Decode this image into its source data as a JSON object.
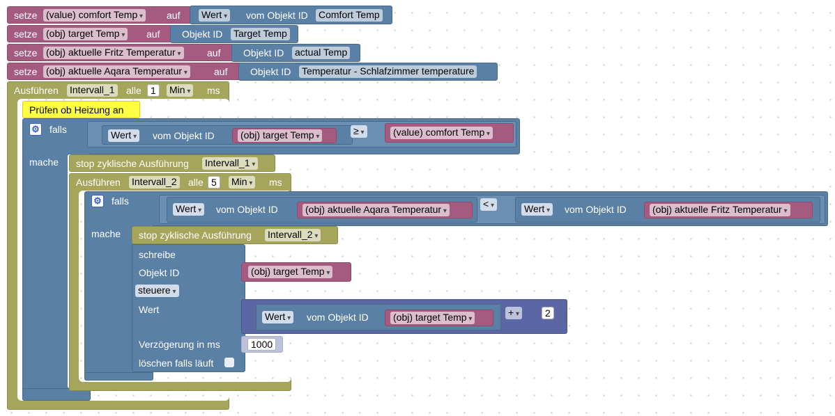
{
  "rows": {
    "set1": {
      "setze": "setze",
      "var": "(value) comfort Temp",
      "auf": "auf",
      "wert": "Wert",
      "vom": "vom Objekt ID",
      "obj": "Comfort Temp"
    },
    "set2": {
      "setze": "setze",
      "var": "(obj) target Temp",
      "auf": "auf",
      "objid": "Objekt ID",
      "obj": "Target Temp"
    },
    "set3": {
      "setze": "setze",
      "var": "(obj) aktuelle Fritz Temperatur",
      "auf": "auf",
      "objid": "Objekt ID",
      "obj": "actual Temp"
    },
    "set4": {
      "setze": "setze",
      "var": "(obj) aktuelle Aqara Temperatur",
      "auf": "auf",
      "objid": "Objekt ID",
      "obj": "Temperatur - Schlafzimmer temperature"
    }
  },
  "interval1": {
    "ausfuehren": "Ausführen",
    "name": "Intervall_1",
    "alle": "alle",
    "value": "1",
    "unit": "Min",
    "ms": "ms"
  },
  "comment": "Prüfen ob Heizung an",
  "if1": {
    "falls": "falls",
    "mache": "mache",
    "wert": "Wert",
    "vom": "vom Objekt ID",
    "left_var": "(obj) target Temp",
    "op": "≥",
    "right_var": "(value) comfort Temp"
  },
  "stop1": {
    "label": "stop zyklische Ausführung",
    "name": "Intervall_1"
  },
  "interval2": {
    "ausfuehren": "Ausführen",
    "name": "Intervall_2",
    "alle": "alle",
    "value": "5",
    "unit": "Min",
    "ms": "ms"
  },
  "if2": {
    "falls": "falls",
    "mache": "mache",
    "wert": "Wert",
    "vom": "vom Objekt ID",
    "left_var": "(obj) aktuelle Aqara Temperatur",
    "op": "<",
    "right_wert": "Wert",
    "right_vom": "vom Objekt ID",
    "right_var": "(obj) aktuelle Fritz Temperatur"
  },
  "stop2": {
    "label": "stop zyklische Ausführung",
    "name": "Intervall_2"
  },
  "write": {
    "schreibe": "schreibe",
    "objid": "Objekt ID",
    "obj_var": "(obj) target Temp",
    "mode": "steuere",
    "wert": "Wert",
    "math_wert": "Wert",
    "math_vom": "vom Objekt ID",
    "math_var": "(obj) target Temp",
    "math_op": "+",
    "math_num": "2",
    "delay_label": "Verzögerung in ms",
    "delay": "1000",
    "clear_label": "löschen falls läuft"
  },
  "colors": {
    "variable": "#a55b80",
    "object": "#5b80a5",
    "event": "#a5a55b",
    "math": "#5b67a5",
    "comment": "#ffff44"
  },
  "icons": {
    "gear": "gear-icon"
  }
}
